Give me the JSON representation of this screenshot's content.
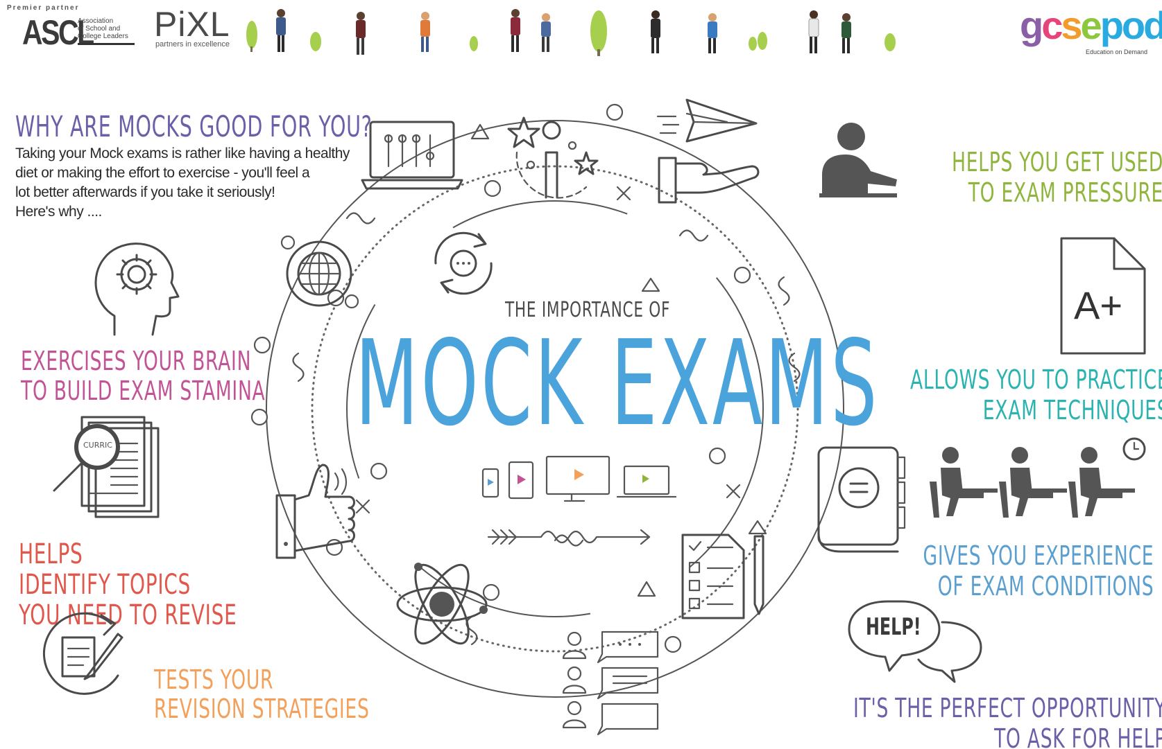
{
  "header": {
    "premier_label": "Premier partner",
    "ascl_logo": "ASCL",
    "ascl_desc": [
      "Association",
      "of School and",
      "College Leaders"
    ],
    "pixl_logo": "PiXL",
    "pixl_tag": "partners in excellence",
    "gcsepod_logo": [
      "g",
      "c",
      "s",
      "e",
      "pod"
    ],
    "gcsepod_tag": "Education on Demand"
  },
  "intro": {
    "title": "WHY ARE MOCKS GOOD FOR YOU?",
    "body_lines": [
      "Taking your Mock exams is rather like having a healthy",
      "diet or making the effort to exercise -  you'll feel a",
      "lot better afterwards if you take it seriously!",
      "Here's why ...."
    ]
  },
  "center": {
    "subtitle": "THE IMPORTANCE OF",
    "title": "MOCK EXAMS"
  },
  "benefits": {
    "brain": [
      "EXERCISES YOUR BRAIN",
      "TO BUILD EXAM STAMINA"
    ],
    "topics": [
      "HELPS",
      "IDENTIFY TOPICS",
      "YOU NEED TO REVISE"
    ],
    "tests": [
      "TESTS YOUR",
      "REVISION STRATEGIES"
    ],
    "pressure": [
      "HELPS YOU GET USED",
      "TO EXAM PRESSURE"
    ],
    "practice": [
      "ALLOWS YOU TO PRACTICE",
      "EXAM TECHNIQUES"
    ],
    "conditions": [
      "GIVES YOU EXPERIENCE",
      "OF EXAM CONDITIONS"
    ],
    "help": [
      "IT'S THE PERFECT OPPORTUNITY",
      "TO ASK FOR HELP"
    ]
  },
  "icon_labels": {
    "help_bubble": "HELP!",
    "grade": "A+",
    "curriculum_tab": "CURRIC"
  },
  "colors": {
    "purple": "#6b5fa8",
    "magenta": "#c25495",
    "red": "#e2574c",
    "orange": "#f2a05a",
    "green": "#8fb53c",
    "teal": "#2ab3b0",
    "blue": "#4aa3db",
    "steel_blue": "#5a9fcf"
  }
}
